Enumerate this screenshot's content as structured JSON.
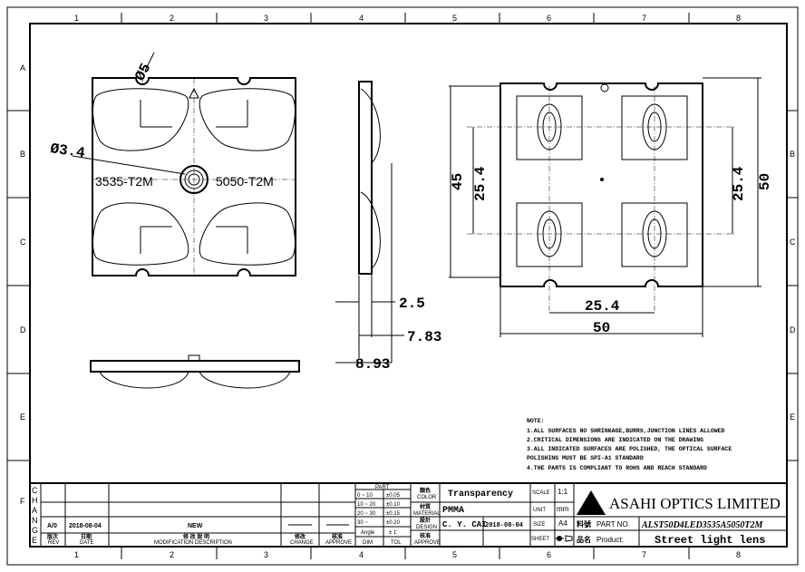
{
  "zones": {
    "columns": [
      "1",
      "2",
      "3",
      "4",
      "5",
      "6",
      "7",
      "8"
    ],
    "rows": [
      "A",
      "B",
      "C",
      "D",
      "E",
      "F"
    ]
  },
  "drawing": {
    "dia_notch": "Ø5",
    "dia_center": "Ø3.4",
    "led_left": "3535-T2M",
    "led_right": "5050-T2M",
    "side_dims": [
      "2.5",
      "7.83",
      "8.93"
    ],
    "top_dims": {
      "height_outer": "45",
      "pitch_left": "25.4",
      "pitch_right": "25.4",
      "height_total": "50",
      "pitch_bottom": "25.4",
      "width_total": "50"
    }
  },
  "notes": {
    "title": "NOTE:",
    "lines": [
      "1.ALL SURFACES NO SHRINKAGE,BURRS,JUNCTION LINES ALLOWED",
      "2.CRITICAL DIMENSIONS ARE INDICATED ON THE DRAWING",
      "3.ALL INDICATED SURFACES ARE POLISHED, THE OPTICAL SURFACE",
      "POLISHING MUST BE SPI-A1 STANDARD",
      "4.THE PARTS IS COMPLIANT TO ROHS AND REACH STANDARD"
    ]
  },
  "change_block": {
    "side_label": [
      "C",
      "H",
      "A",
      "N",
      "G",
      "E"
    ],
    "rev": "A/0",
    "date": "2018-08-04",
    "description": "NEW",
    "headers": {
      "rev_cn": "版次",
      "rev": "REV",
      "date_cn": "日期",
      "date": "DATE",
      "desc_cn": "修 改 說 明",
      "desc": "MODIFICATION  DESCRIPTION",
      "change_cn": "修改",
      "change": "CHANGE",
      "approve_cn": "核准",
      "approve": "APPROVE"
    }
  },
  "tolerance": {
    "header": "PART",
    "rows": [
      {
        "range": "0 ~ 10",
        "tol": "±0.05"
      },
      {
        "range": "10 ~ 20",
        "tol": "±0.10"
      },
      {
        "range": "20 ~ 30",
        "tol": "±0.15"
      },
      {
        "range": "30 ~",
        "tol": "±0.20"
      },
      {
        "range": "Angle",
        "tol": "± 1'"
      }
    ],
    "footer": {
      "dim": "DIM",
      "tol": "TOL"
    }
  },
  "title_block": {
    "color_cn": "顏色",
    "color_label": "COLOR",
    "color": "Transparency",
    "material_cn": "材質",
    "material_label": "MATERIAL",
    "material": "PMMA",
    "design_cn": "設計",
    "design_label": "DESIGN",
    "designer": "C. Y. CAI",
    "design_date": "2018-08-04",
    "approve_cn": "核准",
    "approve_label": "APPROVE",
    "scale_label": "SCALE",
    "scale": "1:1",
    "unit_label": "UNIT",
    "unit": "mm",
    "size_label": "SIZE",
    "size": "A4",
    "sheet_label": "SHEET",
    "company": "ASAHI OPTICS LIMITED",
    "part_no_cn": "料號",
    "part_no_label": "PART NO.",
    "part_no": "ALST50D4LED3535A5050T2M",
    "product_cn": "品名",
    "product_label": "Product:",
    "product": "Street light lens"
  }
}
